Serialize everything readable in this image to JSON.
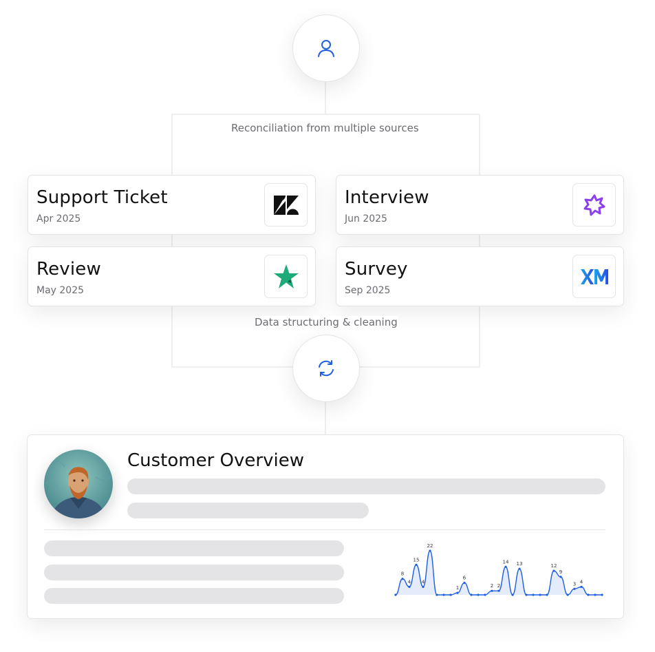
{
  "flow": {
    "reconciliation_label": "Reconciliation from multiple sources",
    "structuring_label": "Data structuring & cleaning",
    "top_icon": "user-icon",
    "middle_icon": "refresh-icon"
  },
  "sources": [
    {
      "title": "Support Ticket",
      "date": "Apr 2025",
      "logo": "zendesk-logo"
    },
    {
      "title": "Interview",
      "date": "Jun 2025",
      "logo": "interview-burst-logo"
    },
    {
      "title": "Review",
      "date": "May 2025",
      "logo": "trustpilot-star-logo"
    },
    {
      "title": "Survey",
      "date": "Sep 2025",
      "logo": "xm-logo"
    }
  ],
  "overview": {
    "title": "Customer Overview",
    "avatar": "portrait-avatar"
  },
  "colors": {
    "accent": "#1f5fe0",
    "zendesk": "#111111",
    "interview": "#8b3ff0",
    "trustpilot": "#1fab79",
    "xm_start": "#1aa3f0",
    "xm_end": "#2b4fe0",
    "placeholder": "#e4e4e7"
  },
  "chart_data": {
    "type": "line",
    "values": [
      0,
      8,
      4,
      15,
      4,
      22,
      0,
      0,
      0,
      1,
      6,
      0,
      0,
      0,
      2,
      2,
      14,
      0,
      13,
      0,
      0,
      0,
      0,
      12,
      9,
      0,
      3,
      4,
      0,
      0,
      0
    ],
    "labels": [
      "",
      "8",
      "4",
      "15",
      "4",
      "22",
      "",
      "",
      "",
      "1",
      "6",
      "",
      "",
      "",
      "2",
      "2",
      "14",
      "",
      "13",
      "",
      "",
      "",
      "",
      "12",
      "9",
      "",
      "3",
      "4",
      "",
      "",
      ""
    ],
    "ylim": [
      0,
      22
    ]
  }
}
